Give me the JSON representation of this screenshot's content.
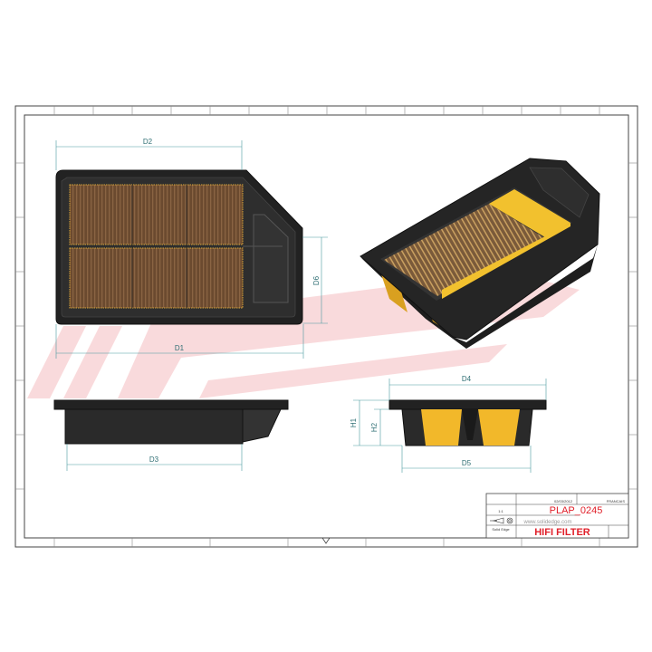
{
  "drawing": {
    "part_number": "PLAP_0245",
    "website": "www.solidedge.com",
    "brand": "HIFI FILTER",
    "software": "Solid Edge",
    "language": "FRANCAIS",
    "date": "02/03/2012",
    "scale": "1:1"
  },
  "dimensions": {
    "d1": "D1",
    "d2": "D2",
    "d3": "D3",
    "d4": "D4",
    "d5": "D5",
    "d6": "D6",
    "h1": "H1",
    "h2": "H2"
  },
  "colors": {
    "body": "#2b2b2b",
    "media_brown": "#6b4a2f",
    "media_yellow": "#f2c12e",
    "dimension": "#4a9aa0",
    "brand_red": "#e0202a"
  }
}
